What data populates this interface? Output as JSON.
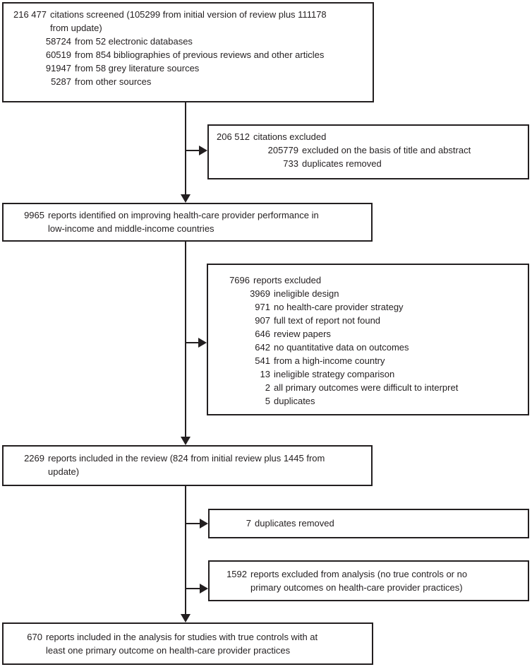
{
  "diagram": {
    "type": "flowchart",
    "colors": {
      "ink": "#231f20",
      "background": "#ffffff"
    },
    "boxes": {
      "screened": {
        "number": "216 477",
        "text": "citations screened (105299 from initial version of review plus 111178\nfrom update)",
        "items": [
          {
            "number": "58724",
            "text": "from 52 electronic databases"
          },
          {
            "number": "60519",
            "text": "from 854 bibliographies of previous reviews and other articles"
          },
          {
            "number": "91947",
            "text": "from 58 grey literature sources"
          },
          {
            "number": "5287",
            "text": "from other sources"
          }
        ]
      },
      "citations_excluded": {
        "number": "206 512",
        "text": "citations excluded",
        "items": [
          {
            "number": "205779",
            "text": "excluded on the basis of title and abstract"
          },
          {
            "number": "733",
            "text": "duplicates removed"
          }
        ]
      },
      "identified": {
        "number": "9965",
        "text": "reports identified on improving health-care provider performance in\nlow-income and middle-income countries",
        "items": []
      },
      "reports_excluded": {
        "number": "7696",
        "text": "reports excluded",
        "items": [
          {
            "number": "3969",
            "text": "ineligible design"
          },
          {
            "number": "971",
            "text": "no health-care provider strategy"
          },
          {
            "number": "907",
            "text": "full text of report not found"
          },
          {
            "number": "646",
            "text": "review papers"
          },
          {
            "number": "642",
            "text": "no quantitative data on outcomes"
          },
          {
            "number": "541",
            "text": "from a high-income country"
          },
          {
            "number": "13",
            "text": "ineligible strategy comparison"
          },
          {
            "number": "2",
            "text": "all primary outcomes were difficult to interpret"
          },
          {
            "number": "5",
            "text": "duplicates"
          }
        ]
      },
      "included_review": {
        "number": "2269",
        "text": "reports included in the review (824 from initial review plus 1445 from\nupdate)",
        "items": []
      },
      "duplicates_removed": {
        "number": "7",
        "text": "duplicates removed",
        "items": []
      },
      "excluded_analysis": {
        "number": "1592",
        "text": "reports excluded from analysis (no true controls or no\nprimary outcomes on health-care provider practices)",
        "items": []
      },
      "included_analysis": {
        "number": "670",
        "text": "reports included in the analysis for studies with true controls with at\nleast one primary outcome on health-care provider practices",
        "items": []
      }
    }
  }
}
